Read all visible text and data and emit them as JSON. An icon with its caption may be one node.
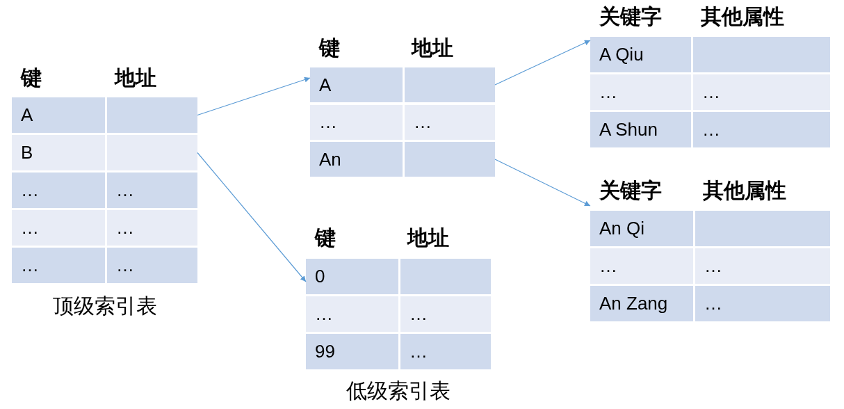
{
  "diagram": {
    "nodes": [
      {
        "text": [
          "键",
          "地址",
          "A",
          "B",
          "…",
          "…",
          "…",
          "…",
          "…",
          "…"
        ],
        "beside": [
          "顶级索引表"
        ]
      },
      {
        "text": [],
        "shape": "box",
        "in": 0
      },
      {
        "text": [],
        "shape": "box",
        "in": 0
      },
      {
        "text": [
          "键",
          "地址",
          "A",
          "…",
          "…",
          "An"
        ]
      },
      {
        "text": [],
        "shape": "box",
        "in": 3
      },
      {
        "text": [],
        "shape": "box",
        "in": 3
      },
      {
        "text": [
          "键",
          "地址",
          "0",
          "…",
          "…",
          "99",
          "…"
        ],
        "beside": [
          "低级索引表"
        ]
      },
      {
        "text": [
          "关键字",
          "其他属性",
          "A Qiu",
          "…",
          "…",
          "A Shun",
          "…"
        ]
      },
      {
        "text": [
          "关键字",
          "其他属性",
          "An Qi",
          "…",
          "…",
          "An Zang",
          "…"
        ]
      }
    ],
    "edges": [
      {
        "from": 1,
        "to": 3,
        "arrow": "to"
      },
      {
        "from": 2,
        "to": 6,
        "arrow": "to"
      },
      {
        "from": 4,
        "to": 7,
        "arrow": "to"
      },
      {
        "from": 5,
        "to": 8,
        "arrow": "to"
      }
    ]
  }
}
